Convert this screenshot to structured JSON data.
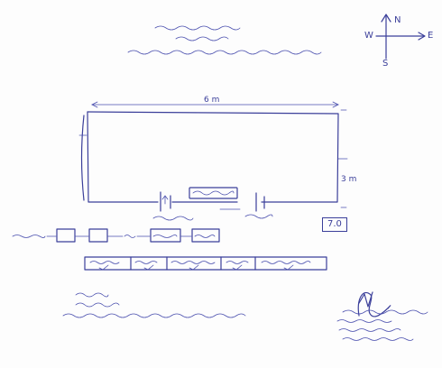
{
  "compass": {
    "north": "N",
    "east": "E",
    "west": "W",
    "south": "S"
  },
  "plot": {
    "length_label": "6 m",
    "side_label": "3 m"
  },
  "box_number": "7.0",
  "colors": {
    "ink": "#3b3f9a",
    "paper": "#fdfdfd"
  }
}
